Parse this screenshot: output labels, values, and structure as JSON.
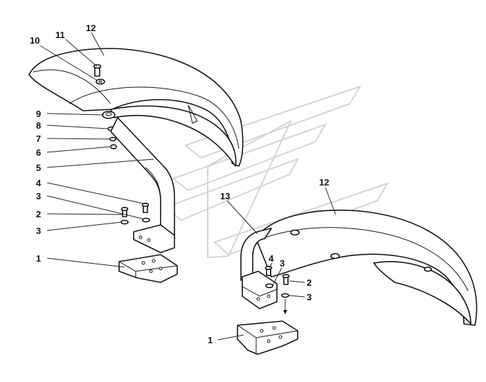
{
  "diagram": {
    "parts": [
      {
        "id": "p1_left",
        "label": "1",
        "name": "mounting-plate"
      },
      {
        "id": "p2_left",
        "label": "2",
        "name": "bolt"
      },
      {
        "id": "p3a_left",
        "label": "3",
        "name": "washer"
      },
      {
        "id": "p3b_left",
        "label": "3",
        "name": "washer"
      },
      {
        "id": "p4_left",
        "label": "4",
        "name": "bolt"
      },
      {
        "id": "p5",
        "label": "5",
        "name": "fender-bracket"
      },
      {
        "id": "p6",
        "label": "6",
        "name": "nut"
      },
      {
        "id": "p7",
        "label": "7",
        "name": "lock-washer"
      },
      {
        "id": "p8",
        "label": "8",
        "name": "washer"
      },
      {
        "id": "p9",
        "label": "9",
        "name": "rubber-grommet"
      },
      {
        "id": "p10",
        "label": "10",
        "name": "washer"
      },
      {
        "id": "p11",
        "label": "11",
        "name": "bolt"
      },
      {
        "id": "p12_left",
        "label": "12",
        "name": "fender"
      },
      {
        "id": "p12_right",
        "label": "12",
        "name": "fender"
      },
      {
        "id": "p13",
        "label": "13",
        "name": "fender-bracket"
      },
      {
        "id": "p4_right",
        "label": "4",
        "name": "bolt"
      },
      {
        "id": "p3a_right",
        "label": "3",
        "name": "washer"
      },
      {
        "id": "p2_right",
        "label": "2",
        "name": "bolt"
      },
      {
        "id": "p3b_right",
        "label": "3",
        "name": "washer"
      },
      {
        "id": "p1_right",
        "label": "1",
        "name": "mounting-plate"
      }
    ]
  }
}
